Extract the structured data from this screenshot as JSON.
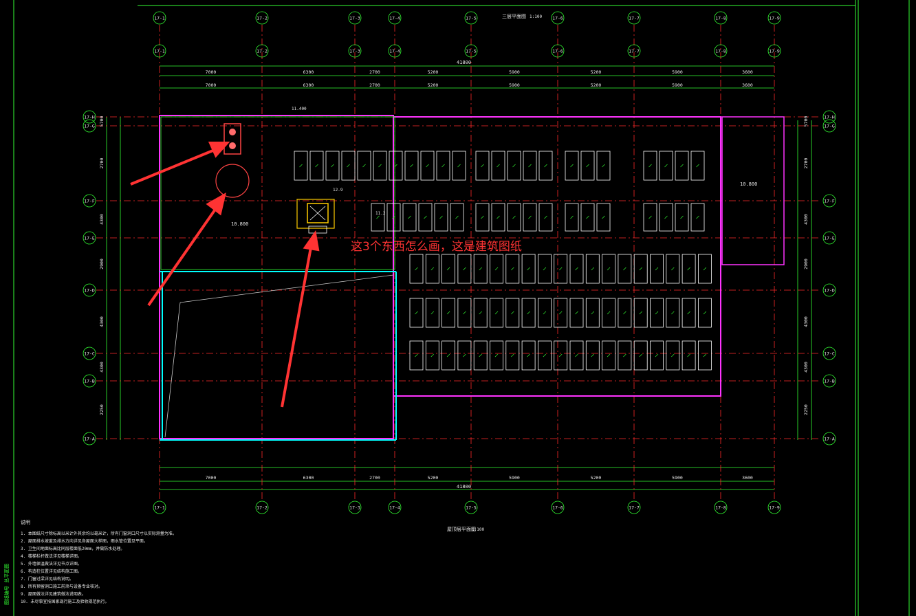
{
  "drawing": {
    "title": "三层平面图",
    "scale": "1:100",
    "bottom_title": "屋顶层平面图",
    "annotation": "这3个东西怎么画，这是建筑图纸",
    "side_label": "图纸编号 总平面图",
    "notes_heading": "说明",
    "notes": [
      "1. 本图纸尺寸除标高以米计外其余均以毫米计，所有门窗洞口尺寸以实际测量为准。",
      "2. 屋面排水坡度及排水方向详见各屋面大样图，雨水管位置见平面。",
      "3. 卫生间地面标高比同层楼面低20mm，并做防水处理。",
      "4. 楼梯栏杆做法详见楼梯详图。",
      "5. 外墙保温做法详见节点详图。",
      "6. 构造柱位置详见结构施工图。",
      "7. 门窗过梁详见结构说明。",
      "8. 所有预留洞口施工前须与设备专业核对。",
      "9. 屋面做法详见建筑做法说明表。",
      "10. 未尽事宜按国家现行施工及验收规范执行。"
    ],
    "axes_x": [
      "17-1",
      "17-2",
      "17-3",
      "17-4",
      "17-5",
      "17-6",
      "17-7",
      "17-8",
      "17-9"
    ],
    "axes_y": [
      "17-H",
      "17-G",
      "17-F",
      "17-E",
      "17-D",
      "17-C",
      "17-B",
      "17-A"
    ],
    "dims_top": [
      "7000",
      "6300",
      "2700",
      "5200",
      "5900",
      "5200",
      "5900",
      "3600"
    ],
    "total_width": "41800",
    "dims_left": [
      "5700",
      "2700",
      "4300",
      "2900",
      "4300",
      "4300",
      "2250"
    ],
    "room_elev": "10.800",
    "elev_marks": [
      "11.400",
      "12.9",
      "11.2"
    ]
  },
  "colors": {
    "background": "#000000",
    "grid": "#00ff00",
    "axis_line": "#ff2a2a",
    "wall": "#ff33ff",
    "cyan": "#00ffff",
    "text": "#e8e8e8",
    "arrow": "#ff3333"
  }
}
